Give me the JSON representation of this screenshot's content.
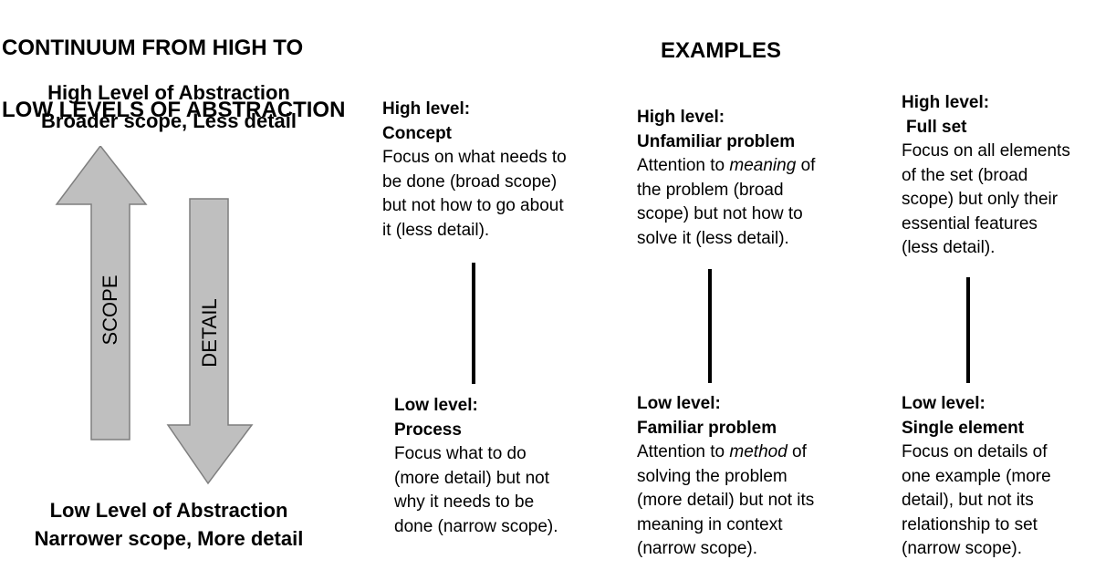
{
  "header": {
    "title_line1": "CONTINUUM FROM HIGH TO",
    "title_line2": "LOW LEVELS OF ABSTRACTION",
    "examples_title": "EXAMPLES"
  },
  "continuum": {
    "high_line1": "High Level of Abstraction",
    "high_line2": "Broader scope, Less detail",
    "low_line1": "Low Level of Abstraction",
    "low_line2": "Narrower scope, More detail",
    "scope_arrow_label": "SCOPE",
    "detail_arrow_label": "DETAIL",
    "arrow_fill": "#bfbfbf",
    "arrow_stroke": "#7f7f7f"
  },
  "examples": [
    {
      "high": {
        "level": "High level:",
        "name": "Concept",
        "lines": [
          "Focus on what needs to",
          "be done (broad scope)",
          "but not how to go about",
          "it (less detail)."
        ]
      },
      "low": {
        "level": "Low level:",
        "name": "Process",
        "lines": [
          "Focus what to do",
          "(more detail) but not",
          "why it needs to be",
          "done (narrow scope)."
        ]
      }
    },
    {
      "high": {
        "level": "High level:",
        "name": "Unfamiliar problem",
        "line1_pre": "Attention to ",
        "line1_em": "meaning",
        "line1_post": " of",
        "lines": [
          "the problem (broad",
          "scope) but not how to",
          "solve it (less detail)."
        ]
      },
      "low": {
        "level": "Low level:",
        "name": "Familiar problem",
        "line1_pre": "Attention to ",
        "line1_em": "method",
        "line1_post": " of",
        "lines": [
          "solving the problem",
          "(more detail) but not its",
          "meaning in context",
          "(narrow scope)."
        ]
      }
    },
    {
      "high": {
        "level": "High level:",
        "name": "Full set",
        "lines": [
          "Focus on all elements",
          "of the set (broad",
          "scope) but only their",
          "essential features",
          "(less detail)."
        ]
      },
      "low": {
        "level": "Low level:",
        "name": "Single element",
        "lines": [
          "Focus on details of",
          "one example (more",
          "detail), but not its",
          "relationship to set",
          "(narrow scope)."
        ]
      }
    }
  ]
}
